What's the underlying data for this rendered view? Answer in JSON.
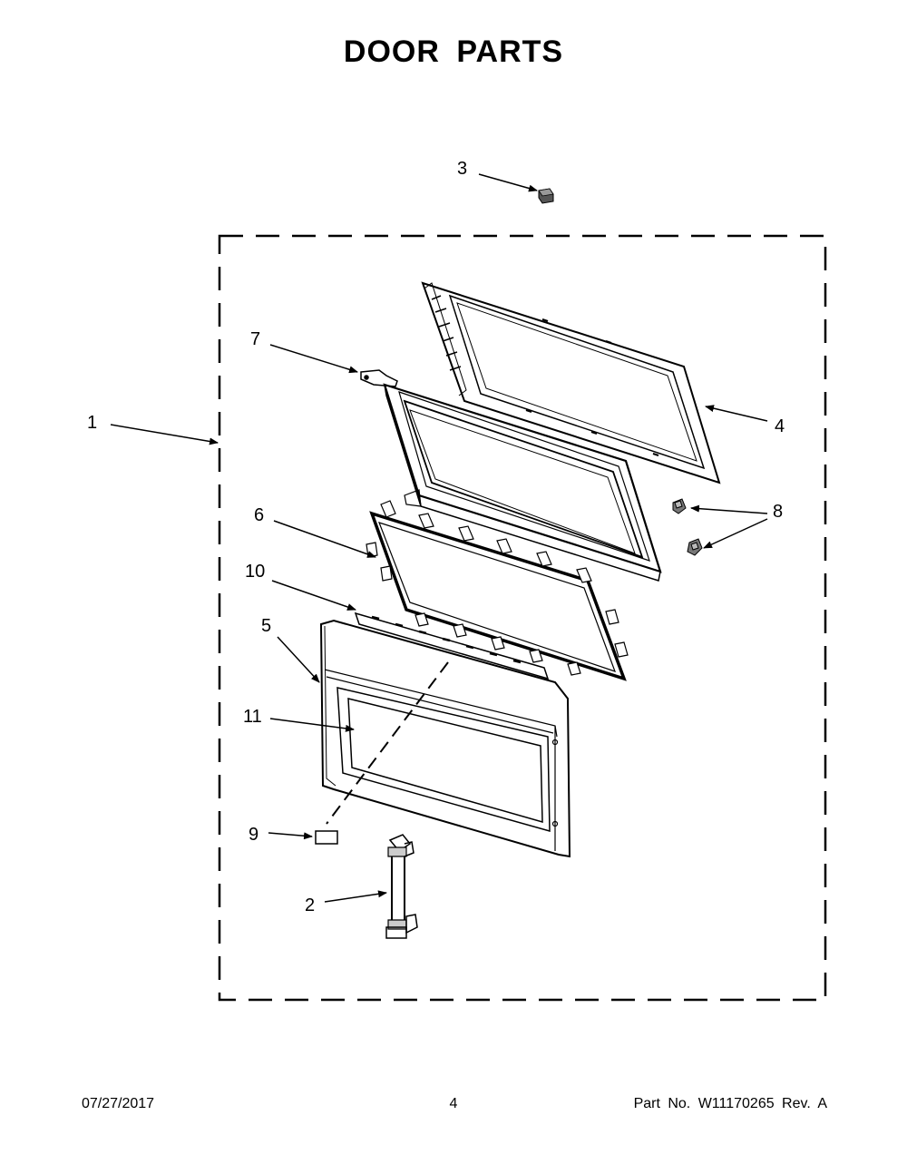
{
  "title": "DOOR PARTS",
  "callouts": {
    "c1": "1",
    "c2": "2",
    "c3": "3",
    "c4": "4",
    "c5": "5",
    "c6": "6",
    "c7": "7",
    "c8": "8",
    "c9": "9",
    "c10": "10",
    "c11": "11"
  },
  "footer": {
    "date": "07/27/2017",
    "page": "4",
    "part": "Part No.  W11170265  Rev.  A"
  }
}
